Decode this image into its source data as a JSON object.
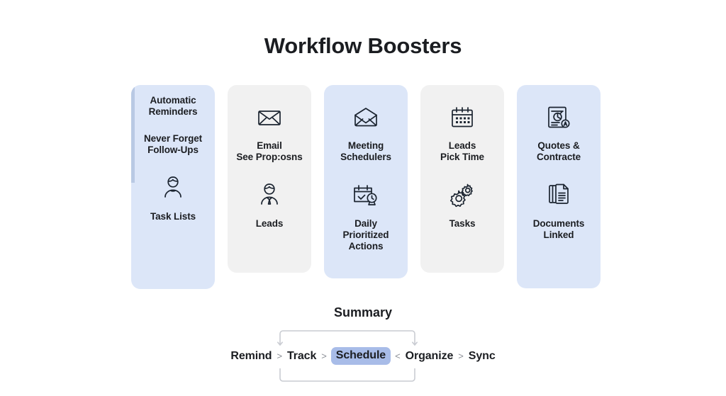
{
  "page": {
    "title": "Workflow Boosters",
    "background": "#ffffff"
  },
  "colors": {
    "card_blue": "#dce6f8",
    "card_gray": "#f1f1f1",
    "accent_bar": "#b9c9e4",
    "highlight_pill": "#a8bce8",
    "text": "#1b1d21",
    "separator": "#8b8f96"
  },
  "cards": [
    {
      "theme": "blue",
      "top_icon": null,
      "top_label": "Automatic\nReminders",
      "mid_label": "Never Forget\nFollow-Ups",
      "bottom_icon": "user-avatar-icon",
      "bottom_label": "Task Lists",
      "has_accent_bar": true
    },
    {
      "theme": "gray",
      "top_icon": "envelope-icon",
      "top_label": "Email\nSee Prop:osns",
      "mid_label": null,
      "bottom_icon": "user-tie-icon",
      "bottom_label": "Leads",
      "has_accent_bar": false
    },
    {
      "theme": "blue",
      "top_icon": "envelope-open-icon",
      "top_label": "Meeting\nSchedulers",
      "mid_label": null,
      "bottom_icon": "calendar-check-clock-icon",
      "bottom_label": "Daily\nPrioritized\nActions",
      "has_accent_bar": false
    },
    {
      "theme": "gray",
      "top_icon": "calendar-icon",
      "top_label": "Leads\nPick Time",
      "mid_label": null,
      "bottom_icon": "gears-icon",
      "bottom_label": "Tasks",
      "has_accent_bar": false
    },
    {
      "theme": "blue",
      "top_icon": "document-chart-badge-icon",
      "top_label": "Quotes &\nContracte",
      "mid_label": null,
      "bottom_icon": "documents-copy-icon",
      "bottom_label": "Documents\nLinked",
      "has_accent_bar": false
    }
  ],
  "summary": {
    "title": "Summary",
    "steps": [
      {
        "label": "Remind",
        "active": false
      },
      {
        "label": "Track",
        "active": false
      },
      {
        "label": "Schedule",
        "active": true
      },
      {
        "label": "Organize",
        "active": false
      },
      {
        "label": "Sync",
        "active": false
      }
    ],
    "separators": [
      ">",
      ">",
      "<",
      ">"
    ]
  }
}
